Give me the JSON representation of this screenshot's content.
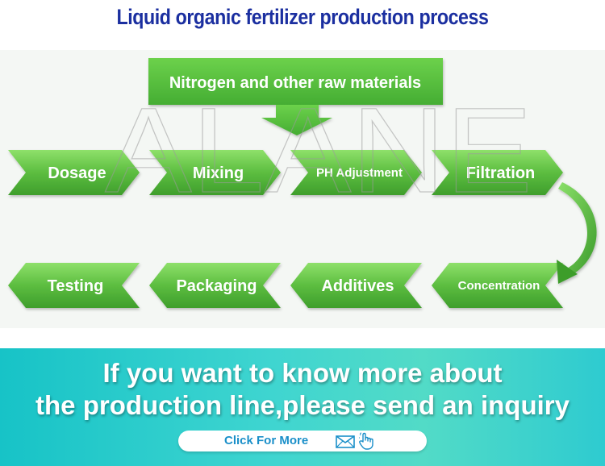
{
  "title": "Liquid organic fertilizer production process",
  "diagram": {
    "input_box": "Nitrogen and other raw materials",
    "watermark": "ALANE",
    "row1_steps": [
      "Dosage",
      "Mixing",
      "PH Adjustment",
      "Filtration"
    ],
    "row2_steps": [
      "Testing",
      "Packaging",
      "Additives",
      "Concentration"
    ],
    "colors": {
      "green_dark": "#3d9a2e",
      "green_light": "#7bd35a",
      "input_box": "#4fb838",
      "title": "#1b2fa0"
    }
  },
  "banner": {
    "line1": "If you want to know more about",
    "line2": "the production line,please send an inquiry",
    "button_label": "Click For More",
    "icons": [
      "envelope-icon",
      "pointing-hand-icon"
    ],
    "colors": {
      "start": "#17c3c7",
      "end": "#52dbc7",
      "button_text": "#1a8fc9"
    }
  }
}
